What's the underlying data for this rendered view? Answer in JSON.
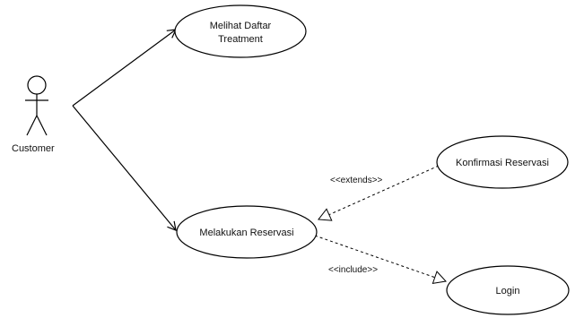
{
  "actor": {
    "label": "Customer"
  },
  "use_cases": {
    "melihat_daftar_treatment": {
      "line1": "Melihat Daftar",
      "line2": "Treatment"
    },
    "melakukan_reservasi": {
      "label": "Melakukan Reservasi"
    },
    "konfirmasi_reservasi": {
      "label": "Konfirmasi Reservasi"
    },
    "login": {
      "label": "Login"
    }
  },
  "relations": {
    "extends_label": "<<extends>>",
    "include_label": "<<include>>"
  },
  "colors": {
    "line": "#000000",
    "fill": "#ffffff",
    "text": "#111111"
  }
}
